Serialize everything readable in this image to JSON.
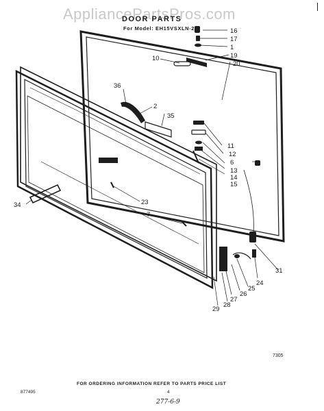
{
  "watermark": "AppliancePartsPros.com",
  "title": "DOOR PARTS",
  "subtitle": "For Model: EH15VSXLN-2",
  "figure_code": "7305",
  "footer_note": "FOR ORDERING INFORMATION REFER TO PARTS PRICE LIST",
  "doc_number": "877495",
  "page_number": "4",
  "handwritten": "277-6-9",
  "callouts": [
    "16",
    "17",
    "1",
    "19",
    "20",
    "10",
    "36",
    "2",
    "35",
    "11",
    "12",
    "6",
    "13",
    "14",
    "15",
    "34",
    "23",
    "7",
    "31",
    "24",
    "25",
    "26",
    "27",
    "28",
    "29"
  ]
}
